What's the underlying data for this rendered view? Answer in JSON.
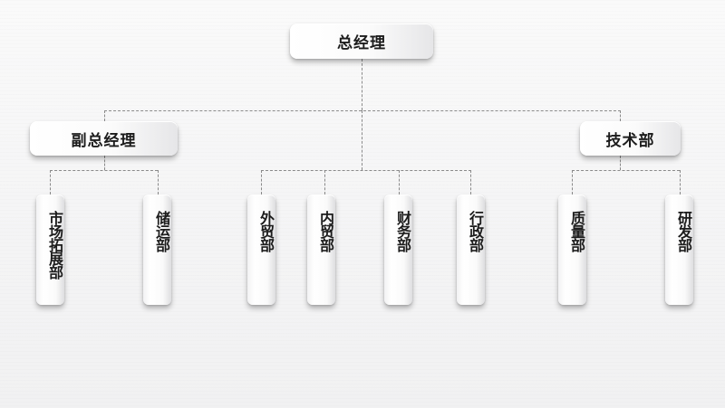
{
  "chart": {
    "root": {
      "label": "总经理"
    },
    "level2": [
      {
        "label": "副总经理"
      },
      {
        "label": "技术部"
      }
    ],
    "departments": [
      {
        "label": "市场拓展部",
        "parent": "副总经理"
      },
      {
        "label": "储运部",
        "parent": "副总经理"
      },
      {
        "label": "外贸部",
        "parent": "总经理"
      },
      {
        "label": "内贸部",
        "parent": "总经理"
      },
      {
        "label": "财务部",
        "parent": "总经理"
      },
      {
        "label": "行政部",
        "parent": "总经理"
      },
      {
        "label": "质量部",
        "parent": "技术部"
      },
      {
        "label": "研发部",
        "parent": "技术部"
      }
    ]
  },
  "colors": {
    "background": "#f5f5f6",
    "box": "#ffffff",
    "text": "#1c1c1c",
    "connector": "#8a8a8a"
  }
}
